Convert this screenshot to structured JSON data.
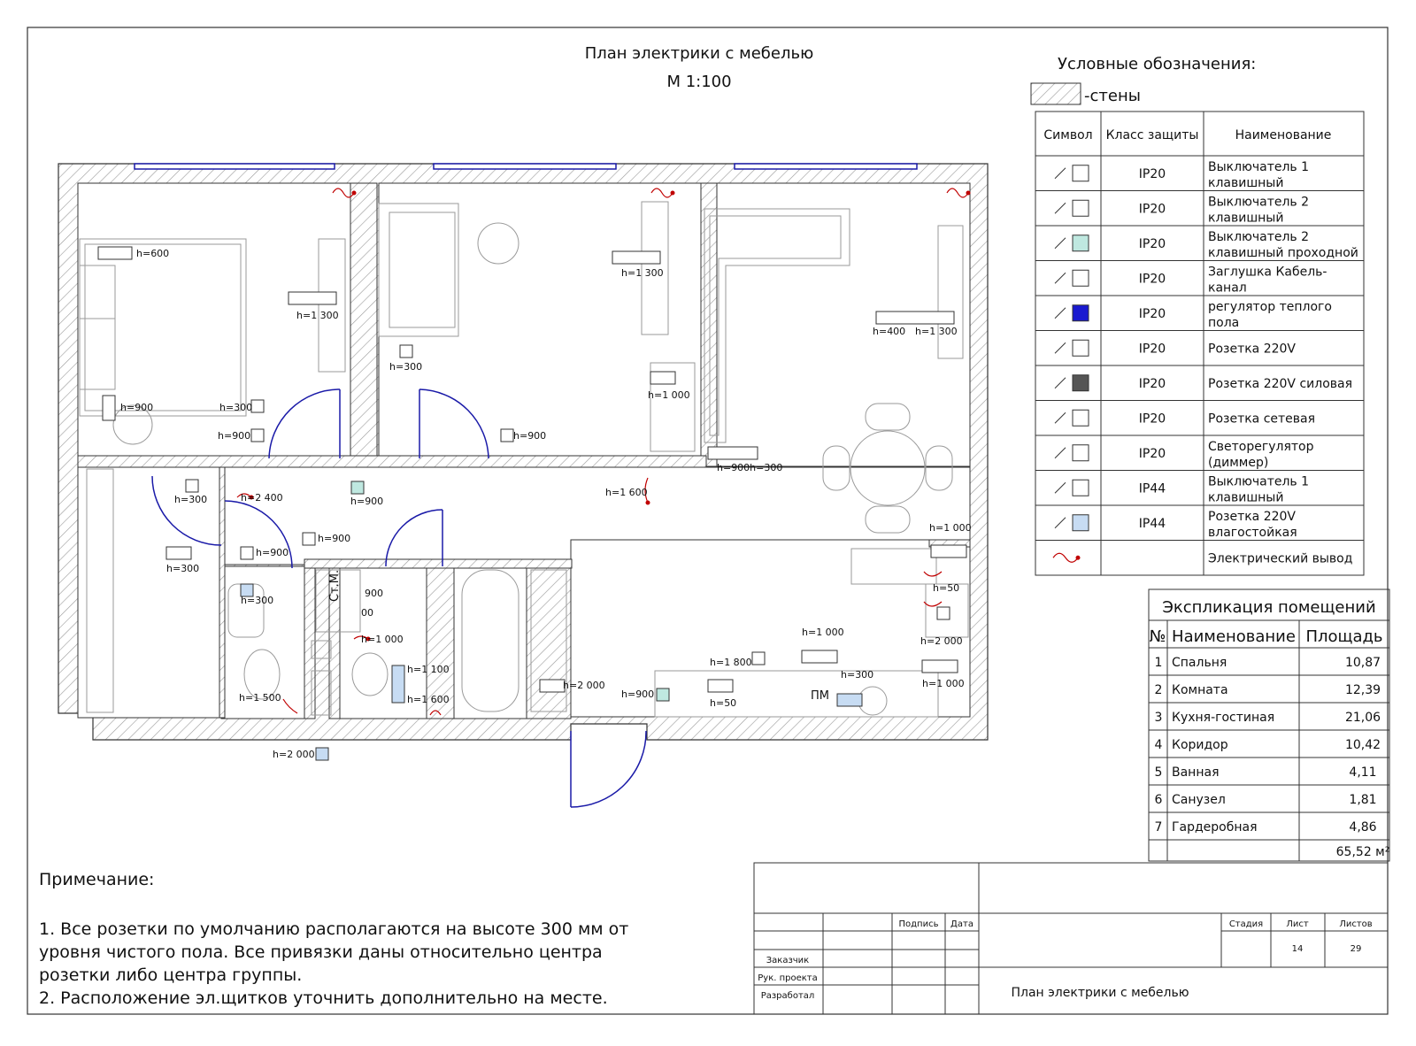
{
  "title": {
    "line1": "План электрики с мебелью",
    "line2": "М 1:100"
  },
  "legend": {
    "title": "Условные обозначения:",
    "walls_label": "-стены",
    "headers": {
      "symbol": "Символ",
      "protection": "Класс защиты",
      "name": "Наименование"
    },
    "rows": [
      {
        "protection": "IP20",
        "name1": "Выключатель 1",
        "name2": "клавишный",
        "icon": "switch-1-key-icon"
      },
      {
        "protection": "IP20",
        "name1": "Выключатель 2",
        "name2": "клавишный",
        "icon": "switch-2-key-icon"
      },
      {
        "protection": "IP20",
        "name1": "Выключатель 2",
        "name2": "клавишный проходной",
        "icon": "pass-through-switch-icon"
      },
      {
        "protection": "IP20",
        "name1": "Заглушка Кабель-",
        "name2": "канал",
        "icon": "cable-channel-plug-icon"
      },
      {
        "protection": "IP20",
        "name1": "регулятор теплого",
        "name2": "пола",
        "icon": "floor-heating-regulator-icon"
      },
      {
        "protection": "IP20",
        "name1": "Розетка 220V",
        "name2": "",
        "icon": "socket-220v-icon"
      },
      {
        "protection": "IP20",
        "name1": "Розетка 220V силовая",
        "name2": "",
        "icon": "power-socket-icon"
      },
      {
        "protection": "IP20",
        "name1": "Розетка сетевая",
        "name2": "",
        "icon": "network-socket-icon"
      },
      {
        "protection": "IP20",
        "name1": "Светорегулятор",
        "name2": "(диммер)",
        "icon": "dimmer-icon"
      },
      {
        "protection": "IP44",
        "name1": "Выключатель 1",
        "name2": "клавишный",
        "icon": "switch-ip44-icon"
      },
      {
        "protection": "IP44",
        "name1": "Розетка 220V",
        "name2": "влагостойкая",
        "icon": "waterproof-socket-icon"
      },
      {
        "protection": "",
        "name1": "Электрический вывод",
        "name2": "",
        "icon": "electrical-outlet-wire-icon"
      }
    ]
  },
  "explication": {
    "title": "Экспликация помещений",
    "headers": {
      "num": "№",
      "name": "Наименование",
      "area": "Площадь"
    },
    "rows": [
      {
        "num": "1",
        "name": "Спальня",
        "area": "10,87"
      },
      {
        "num": "2",
        "name": "Комната",
        "area": "12,39"
      },
      {
        "num": "3",
        "name": "Кухня-гостиная",
        "area": "21,06"
      },
      {
        "num": "4",
        "name": "Коридор",
        "area": "10,42"
      },
      {
        "num": "5",
        "name": "Ванная",
        "area": "4,11"
      },
      {
        "num": "6",
        "name": "Санузел",
        "area": "1,81"
      },
      {
        "num": "7",
        "name": "Гардеробная",
        "area": "4,86"
      }
    ],
    "total": "65,52 м²"
  },
  "notes": {
    "heading": "Примечание:",
    "lines": [
      "1. Все розетки по умолчанию располагаются на высоте 300 мм от",
      "уровня чистого пола. Все привязки даны относительно центра",
      "розетки либо центра группы.",
      "2. Расположение эл.щитков уточнить дополнительно на месте."
    ]
  },
  "stamp": {
    "signature": "Подпись",
    "date": "Дата",
    "customer": "Заказчик",
    "project_lead": "Рук. проекта",
    "developer": "Разработал",
    "stage": "Стадия",
    "sheet": "Лист",
    "sheets": "Листов",
    "sheet_value": "14",
    "sheets_value": "29",
    "drawing_title": "План электрики с мебелью"
  },
  "plan_labels": {
    "furniture_st": "Ст.М.",
    "furniture_pm": "ПМ",
    "h600": "h=600",
    "h1300": "h=1 300",
    "h300": "h=300",
    "h900": "h=900",
    "h400": "h=400",
    "h1000": "h=1 000",
    "h2400": "h=2 400",
    "h1600": "h=1 600",
    "h900h300": "h=900h=300",
    "h50": "h=50",
    "h2000": "h=2 000",
    "h1800": "h=1 800",
    "h1100": "h=1 100",
    "h1500": "h=1 500",
    "h900v": "900",
    "h00": "00"
  }
}
